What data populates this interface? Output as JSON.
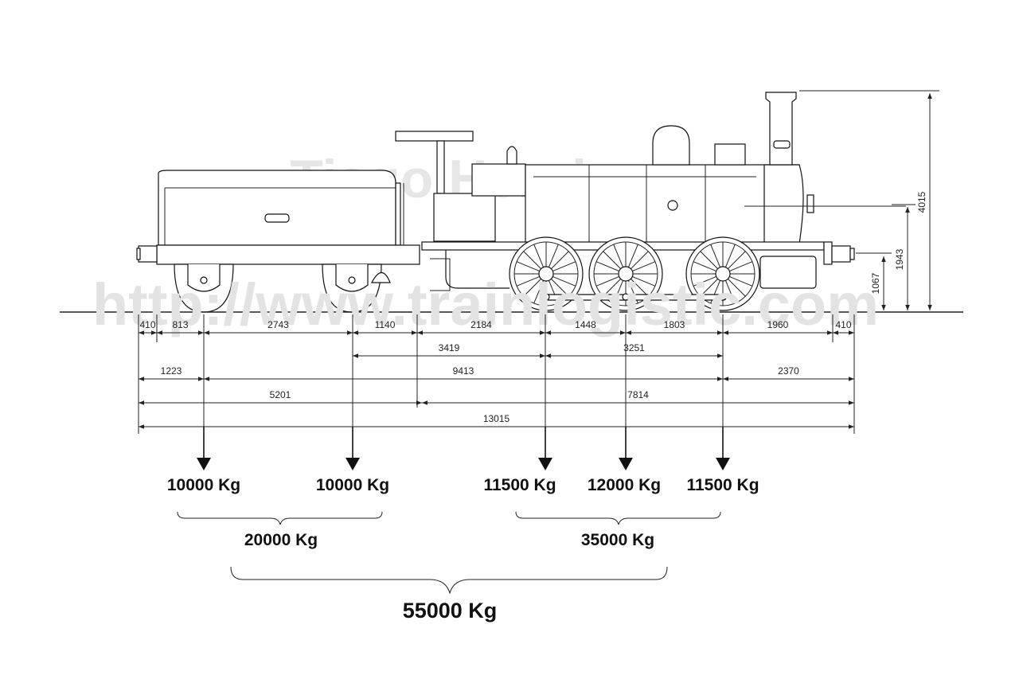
{
  "watermark": {
    "author": "Tiago Henriques",
    "site": "http://www.trainlogistic.com"
  },
  "dimensions": {
    "row1": [
      "410",
      "813",
      "2743",
      "1140",
      "2184",
      "1448",
      "1803",
      "1960",
      "410"
    ],
    "row2": [
      "3419",
      "3251"
    ],
    "row3": [
      "1223",
      "9413",
      "2370"
    ],
    "row4": [
      "5201",
      "7814"
    ],
    "row5": [
      "13015"
    ],
    "heights": [
      "1067",
      "1943",
      "4015"
    ]
  },
  "loads": {
    "axles": [
      "10000 Kg",
      "10000 Kg",
      "11500 Kg",
      "12000 Kg",
      "11500 Kg"
    ],
    "tender_total": "20000 Kg",
    "engine_total": "35000 Kg",
    "grand_total": "55000 Kg"
  }
}
